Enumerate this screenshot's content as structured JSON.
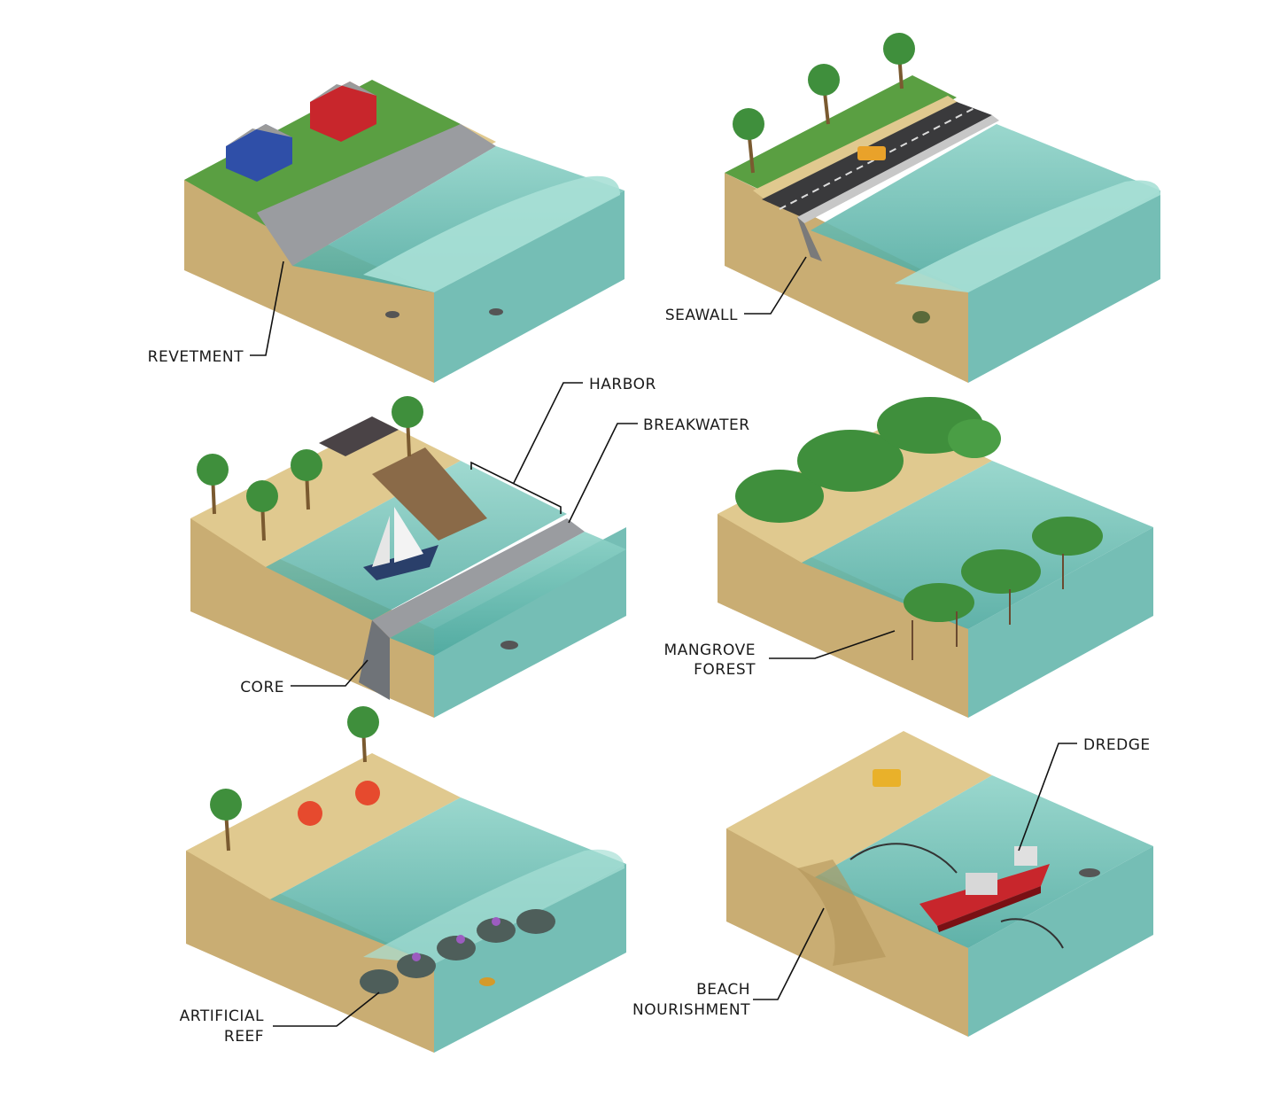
{
  "panels": {
    "revetment": {
      "label": "REVETMENT"
    },
    "seawall": {
      "label": "SEAWALL"
    },
    "harbor": {
      "label_harbor": "HARBOR",
      "label_breakwater": "BREAKWATER",
      "label_core": "CORE"
    },
    "mangrove": {
      "label_line1": "MANGROVE",
      "label_line2": "FOREST"
    },
    "reef": {
      "label_line1": "ARTIFICIAL",
      "label_line2": "REEF"
    },
    "nourishment": {
      "label_dredge": "DREDGE",
      "label_line1": "BEACH",
      "label_line2": "NOURISHMENT"
    }
  },
  "colors": {
    "sand": "#d8c08a",
    "sand_side": "#c2a56c",
    "grass": "#4f9a3e",
    "water": "#7cc8be",
    "water_deep": "#4fb0a6",
    "rock": "#8d8f93",
    "tree": "#3f8f3c",
    "house_blue": "#2f4fa8",
    "house_red": "#c8262c",
    "ship_red": "#c8262c"
  },
  "icons": [
    "palm-tree-icon",
    "house-icon",
    "car-icon",
    "boat-icon",
    "umbrella-icon",
    "bulldozer-icon",
    "ship-icon",
    "fish-icon",
    "turtle-icon"
  ]
}
